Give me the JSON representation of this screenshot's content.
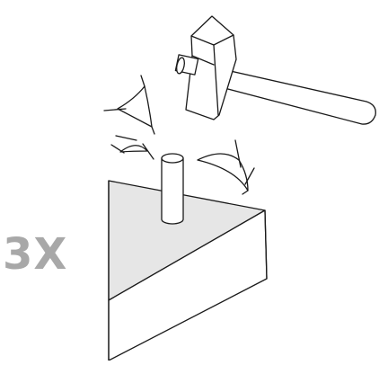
{
  "illustration": {
    "repeat_count_label": "3X",
    "colors": {
      "line": "#1a1a1a",
      "block_top": "#e6e6e6",
      "block_side": "#ffffff",
      "label": "#a8a8a8"
    },
    "icons": [
      "hammer-icon",
      "nail-pin",
      "impact-arcs",
      "block-surface"
    ]
  }
}
